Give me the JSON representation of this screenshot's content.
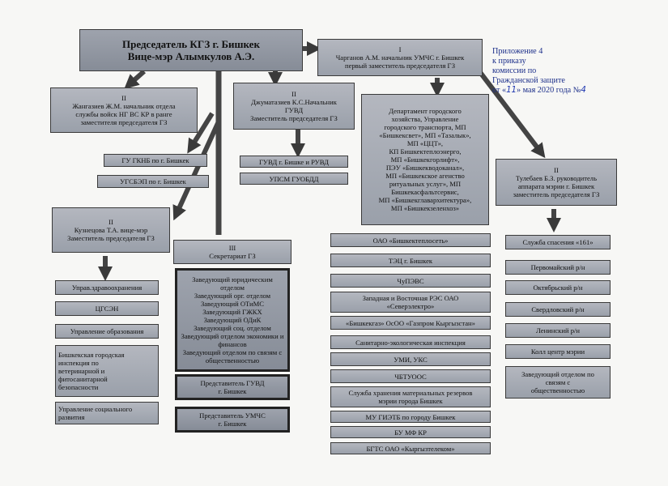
{
  "appendix": {
    "lines": [
      "Приложение 4",
      "к приказу",
      "комиссии по",
      "Гражданской защите"
    ],
    "date_prefix": "от «",
    "day": "11",
    "date_mid": "» мая 2020 года №",
    "number": "4"
  },
  "chairman": {
    "lines": [
      "Председатель КГЗ г. Бишкек",
      "Вице-мэр Алымкулов А.Э."
    ]
  },
  "deputy1": {
    "lines": [
      "I",
      "Чарганов А.М. начальник УМЧС г. Бишкек",
      "первый заместитель председателя ГЗ"
    ]
  },
  "deputy2": {
    "lines": [
      "II",
      "Жангазиев Ж.М. начальник отдела",
      "службы войск НГ ВС КР в ранге",
      "заместителя председателя ГЗ"
    ]
  },
  "deputy_guvd": {
    "lines": [
      "II",
      "Джуматазиев К.С.Начальник",
      "ГУВД",
      "Заместитель председателя ГЗ"
    ]
  },
  "deputy_kuz": {
    "lines": [
      "II",
      "Кузнецова Т.А. вице-мэр",
      "Заместитель председателя ГЗ"
    ]
  },
  "deputy_tul": {
    "lines": [
      "II",
      "Тулебаев Б.З. руководитель",
      "аппарата мэрии г. Бишкек",
      "заместитель председателя ГЗ"
    ]
  },
  "gkgnb": "ГУ ГКНБ по г. Бишкек",
  "ugsbep": "УГСБЭП по г. Бишкек",
  "guvd_rovd": "ГУВД г. Бишке и РУВД",
  "upsm": "УПСМ ГУОБДД",
  "department": {
    "lines": [
      "Департамент городского",
      "хозяйства, Управление",
      "городского транспорта, МП",
      "«Бишкексвет», МП «Тазалык»,",
      "МП «ЦЦТ»,",
      "КП Бишкектеплоэнерго,",
      "МП «Бишкекгорлифт»,",
      "ПЭУ «Бишкекводоканал»,",
      "МП «Бишкекское агенство",
      "ритуальных услуг», МП",
      "Бишкекасфальтсервис,",
      "МП «Бишкекглавархитектура»,",
      "МП «Бишкекзеленхоз»"
    ]
  },
  "secretariat": {
    "lines": [
      "III",
      "Секретариат ГЗ"
    ]
  },
  "sec_heads": {
    "lines": [
      "Заведующий юридическим отделом",
      "Заведующий орг. отделом",
      "Заведующий ОТиМС",
      "Заведующий ГЖКХ",
      "Заведующий ОДиК",
      "Заведующий соц. отделом",
      "Заведующий отделом экономики и",
      "финансов",
      "Заведующий отделом по связям с",
      "общественностью"
    ]
  },
  "sec_guvd": {
    "lines": [
      "Представитель ГУВД",
      "г. Бишкек"
    ]
  },
  "sec_umchs": {
    "lines": [
      "Представитель УМЧС",
      "г. Бишкек"
    ]
  },
  "left_list": [
    {
      "lines": [
        "Управ.здравоохранения"
      ]
    },
    {
      "lines": [
        "ЦГСЭН"
      ]
    },
    {
      "lines": [
        "Управление образования"
      ]
    },
    {
      "lines": [
        "Бишкекская городская",
        "инспекция по",
        "ветеринарной и",
        "фитосанитарной",
        "безопасности"
      ]
    },
    {
      "lines": [
        "Управление социального",
        "развития"
      ]
    }
  ],
  "middle_list": [
    {
      "lines": [
        "ОАО «Бишкектеплосеть»"
      ]
    },
    {
      "lines": [
        "ТЭЦ г. Бишкек"
      ]
    },
    {
      "lines": [
        "ЧуПЭВС"
      ]
    },
    {
      "lines": [
        "Западная и Восточная РЭС ОАО",
        "«Северэлектро»"
      ]
    },
    {
      "lines": [
        "«Бишкекгаз» ОсОО «Газпром Кыргызстан»"
      ]
    },
    {
      "lines": [
        "Санитарно-экологическая инспекция"
      ]
    },
    {
      "lines": [
        "УМИ, УКС"
      ]
    },
    {
      "lines": [
        "ЧБТУООС"
      ]
    },
    {
      "lines": [
        "Служба хранения материальных резервов",
        "мэрии города Бишкек"
      ]
    },
    {
      "lines": [
        "МУ ГИЭТБ по городу Бишкек"
      ]
    },
    {
      "lines": [
        "БУ МФ КР"
      ]
    },
    {
      "lines": [
        "БГТС ОАО «Кыргызтелеком»"
      ]
    }
  ],
  "right_list": [
    {
      "lines": [
        "Служба спасения «161»"
      ]
    },
    {
      "lines": [
        "Первомайский р/н"
      ]
    },
    {
      "lines": [
        "Октябрьский р/н"
      ]
    },
    {
      "lines": [
        "Свердловский р/н"
      ]
    },
    {
      "lines": [
        "Ленинский р/н"
      ]
    },
    {
      "lines": [
        "Колл центр мэрии"
      ]
    },
    {
      "lines": [
        "Заведующий отделом по",
        "связям с",
        "общественностью"
      ]
    }
  ]
}
